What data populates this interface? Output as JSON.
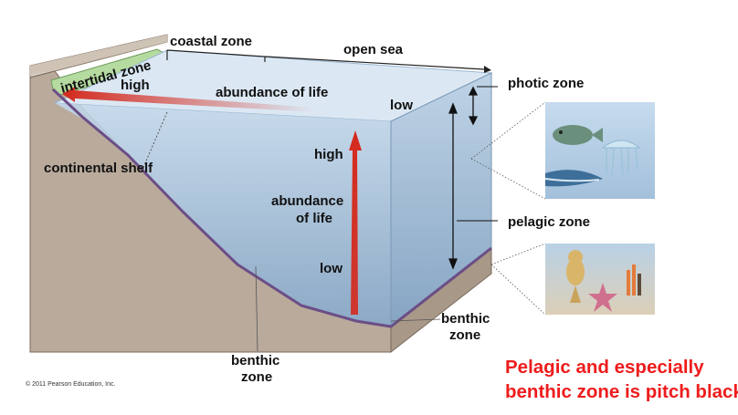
{
  "labels": {
    "coastal_zone": "coastal zone",
    "open_sea": "open sea",
    "intertidal_zone": "intertidal zone",
    "photic_zone": "photic zone",
    "pelagic_zone": "pelagic zone",
    "benthic_zone_right_line1": "benthic",
    "benthic_zone_right_line2": "zone",
    "benthic_zone_bottom_line1": "benthic",
    "benthic_zone_bottom_line2": "zone",
    "continental_shelf": "continental shelf",
    "horizontal_high": "high",
    "horizontal_abundance": "abundance of life",
    "horizontal_low": "low",
    "vertical_high": "high",
    "vertical_abundance_line1": "abundance",
    "vertical_abundance_line2": "of life",
    "vertical_low": "low"
  },
  "credit": "© 2011 Pearson Education, Inc.",
  "note": {
    "line1": "Pelagic and especially",
    "line2": "benthic zone is pitch black"
  },
  "colors": {
    "note_text": "#ee1c1c",
    "arrow_red": "#d42a1e",
    "water_surface": "#dbe8f4",
    "land": "#b9aa9c",
    "intertidal_band": "#b5dba0"
  },
  "icons": {
    "pelagic_inset": "fish-shark-jellyfish-icon",
    "benthic_inset": "seafloor-creatures-icon"
  }
}
